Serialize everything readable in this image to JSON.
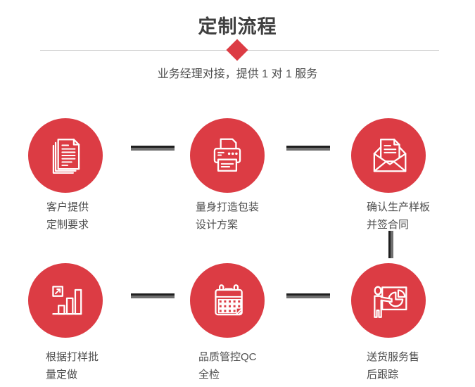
{
  "header": {
    "title": "定制流程",
    "subtitle": "业务经理对接，提供 1 对 1 服务"
  },
  "colors": {
    "accent_red": "#dc3c44",
    "connector_dark": "#1f1f1f",
    "connector_shadow": "#6f6f6f",
    "title_text": "#3e3e3e",
    "label_text": "#4d4d4d",
    "divider": "#cccccc"
  },
  "steps": [
    {
      "icon": "documents-icon",
      "line1": "客户提供",
      "line2": "定制要求"
    },
    {
      "icon": "printer-icon",
      "line1": "量身打造包装",
      "line2": "设计方案"
    },
    {
      "icon": "envelope-icon",
      "line1": "确认生产样板",
      "line2": "并签合同"
    },
    {
      "icon": "bar-chart-icon",
      "line1": "根据打样批",
      "line2": "量定做"
    },
    {
      "icon": "calendar-icon",
      "line1": "品质管控QC",
      "line2": "全检"
    },
    {
      "icon": "presenter-icon",
      "line1": "送货服务售",
      "line2": "后跟踪"
    }
  ]
}
